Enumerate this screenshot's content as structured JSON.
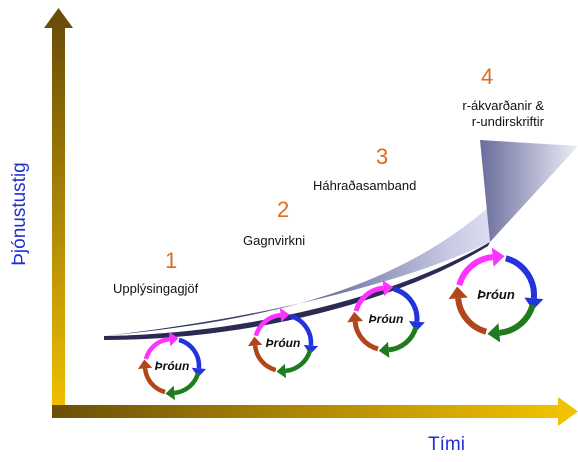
{
  "axes": {
    "y_label": "Þjónustustig",
    "x_label": "Tími"
  },
  "steps": [
    {
      "number": "1",
      "label": "Upplýsingagjöf"
    },
    {
      "number": "2",
      "label": "Gagnvirkni"
    },
    {
      "number": "3",
      "label": "Háhraðasamband"
    },
    {
      "number": "4",
      "label_line1": "r-ákvarðanir &",
      "label_line2": "r-undirskriftir"
    }
  ],
  "cycle_label": "Þróun",
  "colors": {
    "axis_gold": "#b8860b",
    "number_orange": "#e06a1a",
    "axis_title_blue": "#2030d0",
    "cycle_magenta": "#ff33ff",
    "cycle_blue": "#2233dd",
    "cycle_green": "#1e7b1e",
    "cycle_brown": "#b0461a"
  }
}
